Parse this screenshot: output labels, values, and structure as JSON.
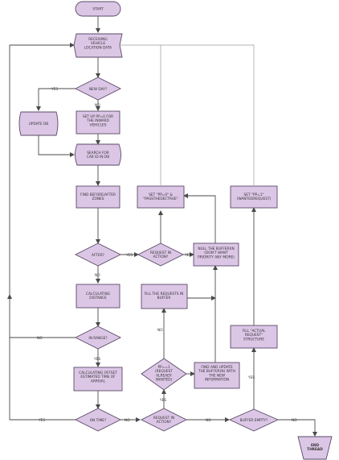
{
  "colors": {
    "node_fill": "#dcc6e6",
    "node_stroke": "#5a4a66",
    "edge": "#4a4a4a"
  },
  "nodes": {
    "start": [
      "START"
    ],
    "receiving": [
      "RECEIVING",
      "VEHICLE",
      "LOCATION DATA"
    ],
    "new_day": [
      "NEW DAY?"
    ],
    "update_db": [
      "UPDATE DB"
    ],
    "set_up": [
      "SET UP PP=0 FOR",
      "THE INWARD",
      "VEHICLES"
    ],
    "search": [
      "SEARCH FOR",
      "CAR ID IN DB"
    ],
    "find_zones": [
      "FIND BEFORE/AFTER",
      "ZONES"
    ],
    "after": [
      "AFTER?"
    ],
    "request_action_1": [
      "REQUEST IN",
      "ACTION?"
    ],
    "null_buffer": [
      "NULL THE BUFFER(IN",
      "(DON'T WANT",
      "PRIORITY ANY MORE)"
    ],
    "set_pp0": [
      "SET \"PP=0\" &",
      "\"PASSTHEDECTRUE\""
    ],
    "set_pp1": [
      "SET \"PP=1\"",
      "(WANTEDREQUEST)"
    ],
    "calc_distance": [
      "CALCULATING",
      "DISTANCE"
    ],
    "fill_buffer": [
      "FILL THE REQUESTS IN",
      "BUFFER"
    ],
    "in_range": [
      "IN RANGE?"
    ],
    "fill_actual": [
      "FILL \"ACTUAL",
      "REQUEST\"",
      "STRUCTURE"
    ],
    "calc_offset": [
      "CALCULATING OFFSET",
      "ESTIMATED TIME OF",
      "ARRIVAL"
    ],
    "pp_decision": [
      "PP==1",
      "(REQUEST",
      "ALREADY",
      "WANTED)"
    ],
    "find_update": [
      "FIND AND UPDATE",
      "THE BUFFER(N) WITH",
      "THE NEW",
      "INFORMATION"
    ],
    "on_time": [
      "ON TIME?"
    ],
    "request_action_2": [
      "REQUEST IN",
      "ACTION?"
    ],
    "buffer_empty": [
      "BUFFER EMPTY?"
    ],
    "end_thread": [
      "END",
      "THREAD"
    ]
  },
  "edge_labels": {
    "yes": "YES",
    "no": "NO"
  }
}
